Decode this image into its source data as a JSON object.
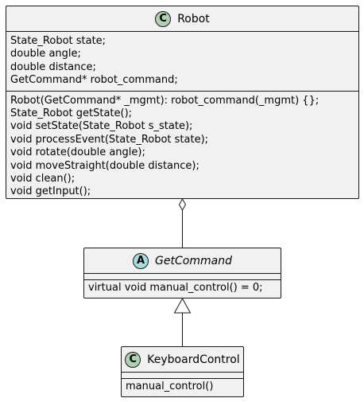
{
  "colors": {
    "class_background": "#f1f1f1",
    "border": "#181818",
    "class_stereotype_fill": "#add1b2",
    "abstract_stereotype_fill": "#a9dcdf"
  },
  "classes": {
    "robot": {
      "stereotype": "C",
      "name": "Robot",
      "attributes": [
        "State_Robot state;",
        "double angle;",
        "double distance;",
        "GetCommand* robot_command;"
      ],
      "methods": [
        "Robot(GetCommand* _mgmt): robot_command(_mgmt) {};",
        "State_Robot getState();",
        "void setState(State_Robot s_state);",
        "void processEvent(State_Robot state);",
        "void rotate(double angle);",
        "void moveStraight(double distance);",
        "void clean();",
        "void getInput();"
      ]
    },
    "get_command": {
      "stereotype": "A",
      "name": "GetCommand",
      "abstract": true,
      "attributes": [],
      "methods": [
        "virtual void manual_control() = 0;"
      ]
    },
    "keyboard_control": {
      "stereotype": "C",
      "name": "KeyboardControl",
      "attributes": [],
      "methods": [
        "manual_control()"
      ]
    }
  },
  "relations": [
    {
      "from": "robot",
      "to": "get_command",
      "type": "aggregation"
    },
    {
      "from": "keyboard_control",
      "to": "get_command",
      "type": "inheritance"
    }
  ]
}
